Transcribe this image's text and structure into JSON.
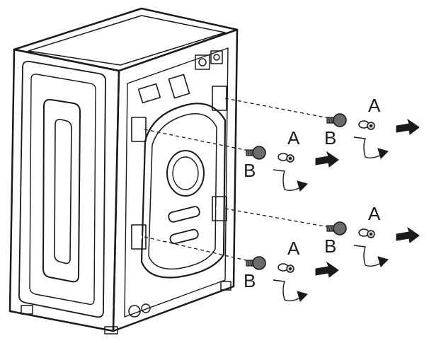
{
  "diagram": {
    "subject": "washing-machine-rear-transit-bolt-removal",
    "bolt_sets": [
      {
        "id": "upper-right",
        "label_bolt": "B",
        "label_spacer": "A"
      },
      {
        "id": "upper-left",
        "label_bolt": "B",
        "label_spacer": "A"
      },
      {
        "id": "lower-right",
        "label_bolt": "B",
        "label_spacer": "A"
      },
      {
        "id": "lower-left",
        "label_bolt": "B",
        "label_spacer": "A"
      }
    ],
    "colors": {
      "ink": "#1a1a1a",
      "bolt_fill": "#6b6b6b",
      "background": "#ffffff"
    }
  }
}
